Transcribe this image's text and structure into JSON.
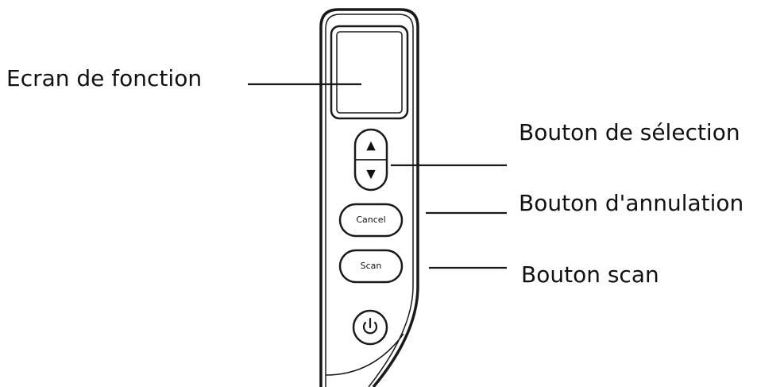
{
  "callouts": {
    "screen": "Ecran de fonction",
    "select": "Bouton de sélection",
    "cancel": "Bouton d'annulation",
    "scan": "Bouton scan"
  },
  "device": {
    "cancel_button_label": "Cancel",
    "scan_button_label": "Scan",
    "up_arrow_symbol": "▲",
    "down_arrow_symbol": "▼",
    "power_icon": "power-icon"
  }
}
